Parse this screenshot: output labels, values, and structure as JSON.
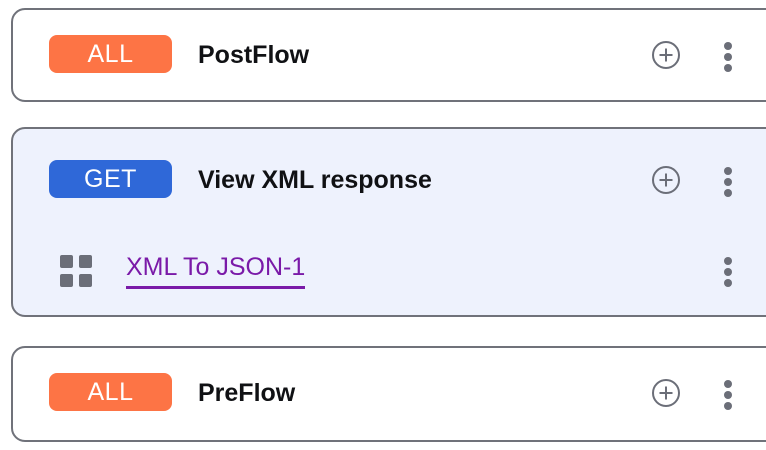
{
  "flows": [
    {
      "id": "card-postflow",
      "selected": false,
      "method": "ALL",
      "method_type": "all",
      "name": "PostFlow",
      "add_icon": "plus-circle-icon",
      "menu_icon": "kebab-menu-icon",
      "policies": []
    },
    {
      "id": "card-viewxml",
      "selected": true,
      "method": "GET",
      "method_type": "get",
      "name": "View XML response",
      "add_icon": "plus-circle-icon",
      "menu_icon": "kebab-menu-icon",
      "policies": [
        {
          "icon": "policy-grid-icon",
          "label": "XML To JSON-1",
          "menu_icon": "kebab-menu-icon"
        }
      ]
    },
    {
      "id": "card-preflow",
      "selected": false,
      "method": "ALL",
      "method_type": "all",
      "name": "PreFlow",
      "add_icon": "plus-circle-icon",
      "menu_icon": "kebab-menu-icon",
      "policies": []
    }
  ],
  "colors": {
    "badge_all": "#fd7445",
    "badge_get": "#2f68d8",
    "selected_card_bg": "#eef2fd",
    "card_border": "#70727a",
    "policy_link": "#7a1aa8",
    "icon_gray": "#6b6e78",
    "flow_name": "#101114"
  }
}
